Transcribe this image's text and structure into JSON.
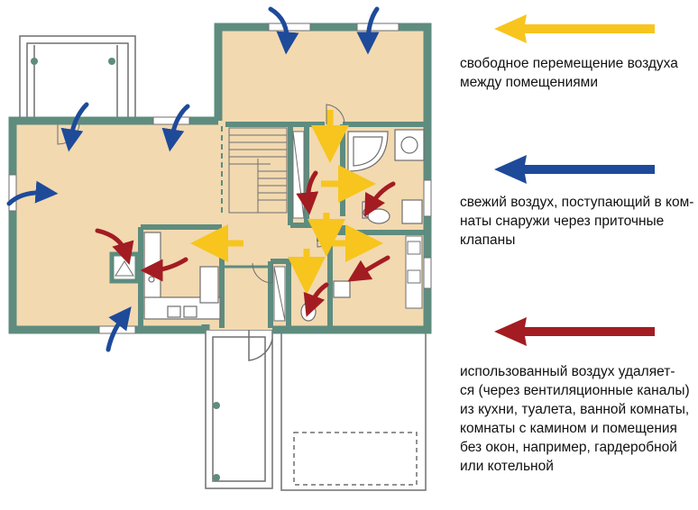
{
  "colors": {
    "wall": "#5e8c7f",
    "floor": "#f2d9b0",
    "yellow": "#f7c51d",
    "blue": "#1e4a9a",
    "red": "#a31c22",
    "line": "#6f6f6f"
  },
  "legend": [
    {
      "arrow_color": "#f7c51d",
      "text": "свободное перемещение воздуха\nмежду помещениями"
    },
    {
      "arrow_color": "#1e4a9a",
      "text": "свежий воздух, поступающий в ком-\nнаты снаружи через приточные\nклапаны"
    },
    {
      "arrow_color": "#a31c22",
      "text": "использованный воздух удаляет-\nся (через вентиляционные каналы)\nиз кухни, туалета, ванной комнаты,\nкомнаты с камином и помещения\nбез окон, например, гардеробной\nили котельной"
    }
  ]
}
